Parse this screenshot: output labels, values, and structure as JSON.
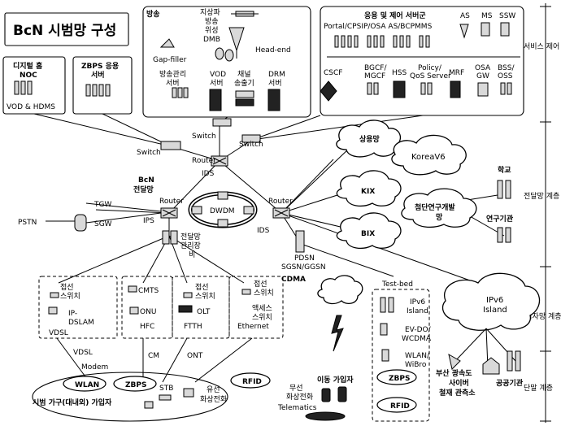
{
  "title": "BcN 시범망 구성",
  "layers": {
    "service": "서비스 제어 계층",
    "transport": "전달망 계층",
    "access": "가입자망 계층",
    "terminal": "단말 계층"
  },
  "broadcast": {
    "heading": "방송",
    "satellite": [
      "지상파",
      "방송",
      "위성",
      "DMB"
    ],
    "head_end": "Head-end",
    "gap_filler": "Gap-filler",
    "mgmt_server": [
      "방송관리",
      "서버"
    ],
    "vod_server": [
      "VOD",
      "서버"
    ],
    "channel_tx": [
      "채널",
      "송출기"
    ],
    "drm_server": [
      "DRM",
      "서버"
    ]
  },
  "app_servers": {
    "heading": "응용 및 제어 서버군",
    "portal": "Portal/CPSIP/OSA AS/BCPMMS",
    "as": "AS",
    "ms": "MS",
    "ssw": "SSW",
    "cscf": "CSCF",
    "bgcf": [
      "BGCF/",
      "MGCF"
    ],
    "hss": "HSS",
    "policy": [
      "Policy/",
      "QoS Server"
    ],
    "mrf": "MRF",
    "osa": [
      "OSA",
      "GW"
    ],
    "bss": [
      "BSS/",
      "OSS"
    ]
  },
  "digital_home": {
    "label": [
      "디지털 홈",
      "NOC"
    ],
    "bottom": "VOD & HDMS"
  },
  "zbps_server": [
    "ZBPS 응용",
    "서버"
  ],
  "core": {
    "label": [
      "BcN",
      "전달망"
    ],
    "switch": "Switch",
    "router": "Router",
    "ids": "IDS",
    "ips": "IPS",
    "dwdm": "DWDM",
    "tgw": "TGW",
    "sgw": "SGW",
    "pstn": "PSTN",
    "management": [
      "전달망",
      "관리장",
      "비"
    ]
  },
  "external": {
    "commercial": "상용망",
    "koreav6": "KoreaV6",
    "kix": "KIX",
    "bix": "BIX",
    "research": [
      "첨단연구개발",
      "망"
    ],
    "school": "학교",
    "institute": "연구기관"
  },
  "mobile_core": {
    "pdsn": [
      "PDSN",
      "SGSN/GGSN"
    ],
    "cdma": "CDMA"
  },
  "access": {
    "switch": [
      "접선",
      "스위치"
    ],
    "dslam": [
      "IP-",
      "DSLAM"
    ],
    "vdsl_label": "VDSL",
    "cmts": "CMTS",
    "onu": "ONU",
    "hfc": "HFC",
    "olt": "OLT",
    "ftth": "FTTH",
    "access_switch": [
      "액세스",
      "스위치"
    ],
    "ethernet": "Ethernet",
    "vdsl": "VDSL",
    "cm": "CM",
    "ont": "ONT",
    "modem": "Modem"
  },
  "testbed": {
    "label": "Test-bed",
    "ipv6_island": [
      "IPv6",
      "Island"
    ],
    "evdo": [
      "EV-DO/",
      "WCDMA"
    ],
    "wlan": [
      "WLAN/",
      "WiBro"
    ],
    "zbps": "ZBPS",
    "rfid": "RFID"
  },
  "ipv6_cloud": [
    "IPv6",
    "Island"
  ],
  "terminals": {
    "wlan": "WLAN",
    "zbps": "ZBPS",
    "rfid": "RFID",
    "stb": "STB",
    "wired_phone": [
      "유선",
      "화상전화"
    ],
    "home_label": "시범 가구(대내외) 가입자",
    "mobile_subscriber": "이동 가입자",
    "wireless_phone": [
      "무선",
      "화상전화"
    ],
    "telematics": "Telematics",
    "busan": [
      "부산 광속도",
      "사이버",
      "철재 관측소"
    ],
    "public": "공공기관"
  }
}
